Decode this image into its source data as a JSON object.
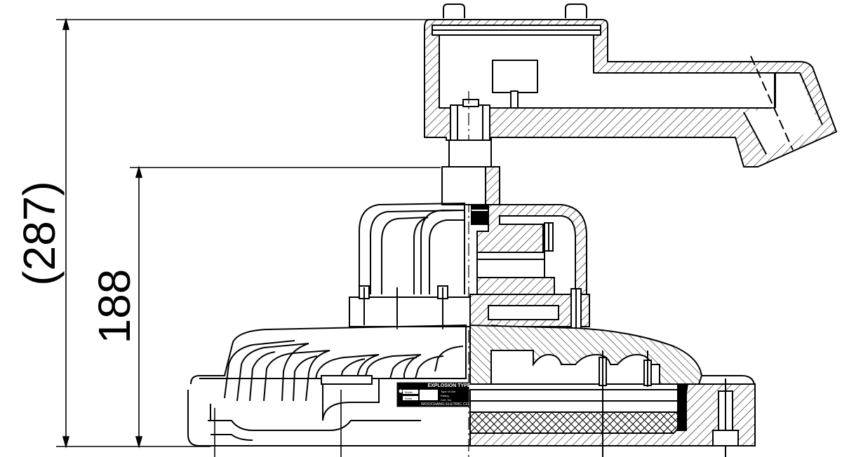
{
  "drawing": {
    "dimensions": {
      "overall_height": "(287)",
      "body_height": "188"
    },
    "nameplate": {
      "title": "EXPLOSION TYPE",
      "maker": "WOOCHANG ELETRIC CO.",
      "left_fields": [
        "Model",
        "Serial"
      ],
      "right_fields": [
        "Type of Use",
        "Rating",
        "Cert. No."
      ]
    }
  }
}
